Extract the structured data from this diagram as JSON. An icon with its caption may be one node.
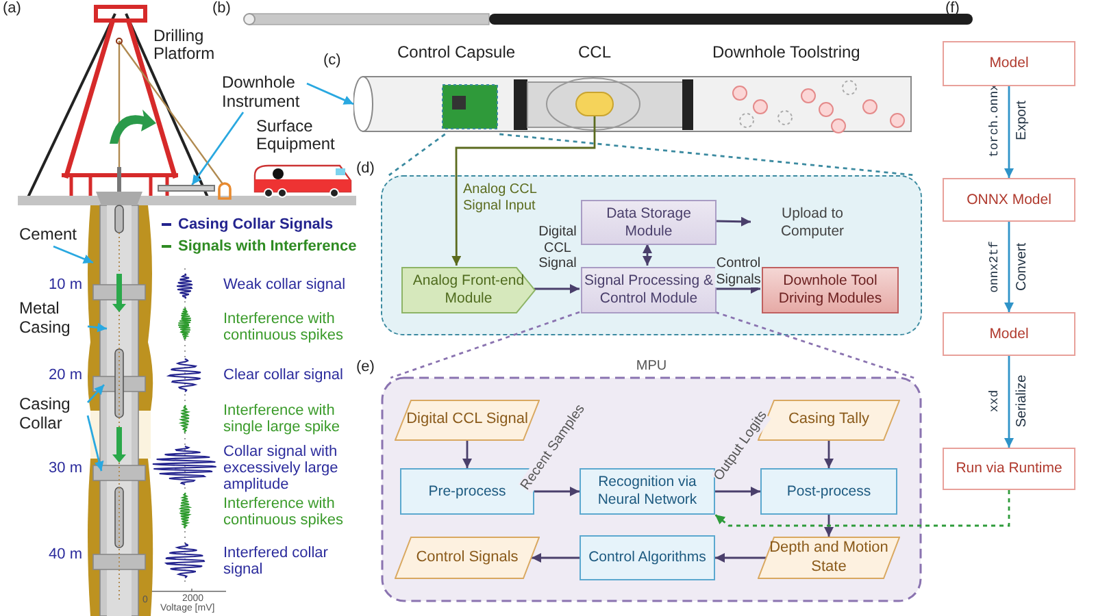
{
  "diagram": {
    "nodes": [
      {
        "text": [],
        "shape": "box"
      },
      {
        "text": [
          "Analog Front-end Module"
        ],
        "in": 0
      },
      {
        "text": [
          "Data Storage Module"
        ],
        "in": 0
      },
      {
        "text": [
          "Signal Processing & Control Module"
        ],
        "in": 0
      },
      {
        "text": [
          "Downhole Tool Driving Modules"
        ],
        "in": 0
      },
      {
        "text": [
          "Upload to Computer"
        ],
        "in": 0
      },
      {
        "text": [
          "MPU"
        ]
      },
      {
        "text": [
          "Digital CCL Signal"
        ],
        "in": 6
      },
      {
        "text": [
          "Casing Tally"
        ],
        "in": 6
      },
      {
        "text": [
          "Pre-process"
        ],
        "in": 6
      },
      {
        "text": [
          "Recognition via Neural Network"
        ],
        "in": 6
      },
      {
        "text": [
          "Post-process"
        ],
        "in": 6
      },
      {
        "text": [
          "Control Signals"
        ],
        "in": 6
      },
      {
        "text": [
          "Control Algorithms"
        ],
        "in": 6
      },
      {
        "text": [
          "Depth and Motion State"
        ],
        "in": 6
      },
      {
        "text": [
          "Model"
        ]
      },
      {
        "text": [
          "ONNX Model"
        ]
      },
      {
        "text": [
          "Model"
        ]
      },
      {
        "text": [
          "Run via Runtime"
        ]
      },
      {
        "text": [],
        "shape": "picture"
      },
      {
        "text": [
          "Downhole Instrument"
        ]
      },
      {
        "text": [
          "Cement"
        ]
      },
      {
        "text": [
          "Metal Casing"
        ]
      },
      {
        "text": [
          "Casing Collar"
        ]
      },
      {
        "text": [],
        "shape": "bar"
      },
      {
        "text": [],
        "shape": "box",
        "in": 19
      },
      {
        "text": [],
        "shape": "picture"
      }
    ],
    "edges": [
      {
        "from": 25,
        "to": 1,
        "arrow": "to",
        "label": "Analog CCL Signal Input",
        "color": "#5b6b1e"
      },
      {
        "from": 1,
        "to": 3,
        "arrow": "to",
        "label": "Digital CCL Signal"
      },
      {
        "from": 3,
        "to": 2,
        "arrow": "both"
      },
      {
        "from": 2,
        "to": 5,
        "arrow": "to"
      },
      {
        "from": 3,
        "to": 4,
        "arrow": "to",
        "label": "Control Signals"
      },
      {
        "from": 7,
        "to": 9,
        "arrow": "to"
      },
      {
        "from": 9,
        "to": 10,
        "arrow": "to",
        "label": "Recent Samples"
      },
      {
        "from": 10,
        "to": 11,
        "arrow": "to",
        "label": "Output Logits"
      },
      {
        "from": 8,
        "to": 11,
        "arrow": "to"
      },
      {
        "from": 11,
        "to": 14,
        "arrow": "to"
      },
      {
        "from": 14,
        "to": 13,
        "arrow": "to"
      },
      {
        "from": 13,
        "to": 12,
        "arrow": "to"
      },
      {
        "from": 15,
        "to": 16,
        "arrow": "to",
        "label": "Export",
        "color": "#2f93c8"
      },
      {
        "from": 16,
        "to": 17,
        "arrow": "to",
        "label": "Convert",
        "color": "#2f93c8"
      },
      {
        "from": 17,
        "to": 18,
        "arrow": "to",
        "label": "Serialize",
        "color": "#2f93c8"
      },
      {
        "from": 18,
        "to": 10,
        "arrow": "to",
        "style": "dashed",
        "color": "#2e9b3a"
      },
      {
        "from": 20,
        "to": 24,
        "arrow": "to",
        "color": "#29a8e0"
      },
      {
        "from": 20,
        "to": 19,
        "arrow": "to",
        "color": "#29a8e0"
      },
      {
        "from": 21,
        "to": 26,
        "arrow": "to",
        "color": "#29a8e0"
      },
      {
        "from": 22,
        "to": 26,
        "arrow": "to",
        "color": "#29a8e0"
      },
      {
        "from": 23,
        "to": 26,
        "arrow": "to",
        "color": "#29a8e0"
      },
      {
        "from": 23,
        "to": 26,
        "arrow": "to",
        "color": "#29a8e0"
      },
      {
        "from": 19,
        "to": 0,
        "arrow": "none",
        "style": "dashed",
        "color": "#3b8aa0"
      },
      {
        "from": 19,
        "to": 0,
        "arrow": "none",
        "style": "dashed",
        "color": "#3b8aa0"
      },
      {
        "from": 3,
        "to": 6,
        "arrow": "none",
        "style": "dashed",
        "color": "#8a73b0"
      },
      {
        "from": 3,
        "to": 6,
        "arrow": "none",
        "style": "dashed",
        "color": "#8a73b0"
      }
    ],
    "labels": [
      "(a)",
      "(b)",
      "(c)",
      "Drilling Platform",
      "Surface Equipment",
      "Control Capsule",
      "CCL",
      "Downhole Toolstring",
      "(f)",
      "(d)",
      "10 m",
      "Weak collar signal",
      "Interference with continuous spikes",
      "20 m",
      "Clear collar signal",
      "Interference with single large spike",
      "30 m",
      "Collar signal with excessively large amplitude",
      "Interference with continuous spikes",
      "(e)",
      "40 m",
      "Interfered collar signal",
      "torch.onnx",
      "onnx2tf",
      "xxd",
      "0",
      "2000",
      "Voltage [mV]"
    ],
    "legend": [
      {
        "text": "Casing Collar Signals",
        "color": "#23238e"
      },
      {
        "text": "Signals with Interference",
        "color": "#2e8b22"
      }
    ]
  }
}
